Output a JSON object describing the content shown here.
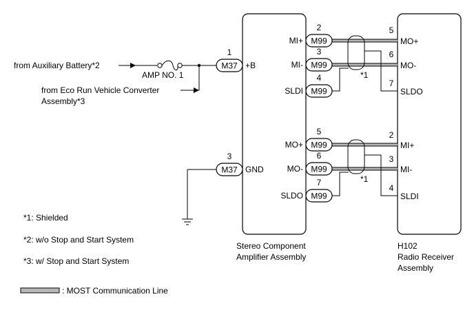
{
  "amplifier": {
    "name_line1": "Stereo Component",
    "name_line2": "Amplifier Assembly",
    "terminals": [
      "+B",
      "GND",
      "MI+",
      "MI-",
      "SLDI",
      "MO+",
      "MO-",
      "SLDO"
    ]
  },
  "receiver": {
    "code": "H102",
    "name_line1": "Radio Receiver",
    "name_line2": "Assembly",
    "terminals": [
      "MO+",
      "MO-",
      "SLDO",
      "MI+",
      "MI-",
      "SLDI"
    ]
  },
  "connectors": {
    "power": "M37",
    "most": "M99"
  },
  "pins": {
    "power_b": "1",
    "power_gnd": "3",
    "amp_mi_plus": "2",
    "amp_mi_minus": "3",
    "amp_sldi": "4",
    "amp_mo_plus": "5",
    "amp_mo_minus": "6",
    "amp_sldo": "7",
    "rx_mo_plus": "5",
    "rx_mo_minus": "6",
    "rx_sldo": "7",
    "rx_mi_plus": "2",
    "rx_mi_minus": "3",
    "rx_sldi": "4"
  },
  "sources": {
    "aux_battery": "from Auxiliary Battery*2",
    "eco_line1": "from Eco Run Vehicle Converter",
    "eco_line2": "Assembly*3"
  },
  "fuse": "AMP NO. 1",
  "shield_mark": "*1",
  "notes": [
    "*1: Shielded",
    "*2: w/o Stop and Start System",
    "*3: w/ Stop and Start System"
  ],
  "legend": ": MOST Communication Line"
}
